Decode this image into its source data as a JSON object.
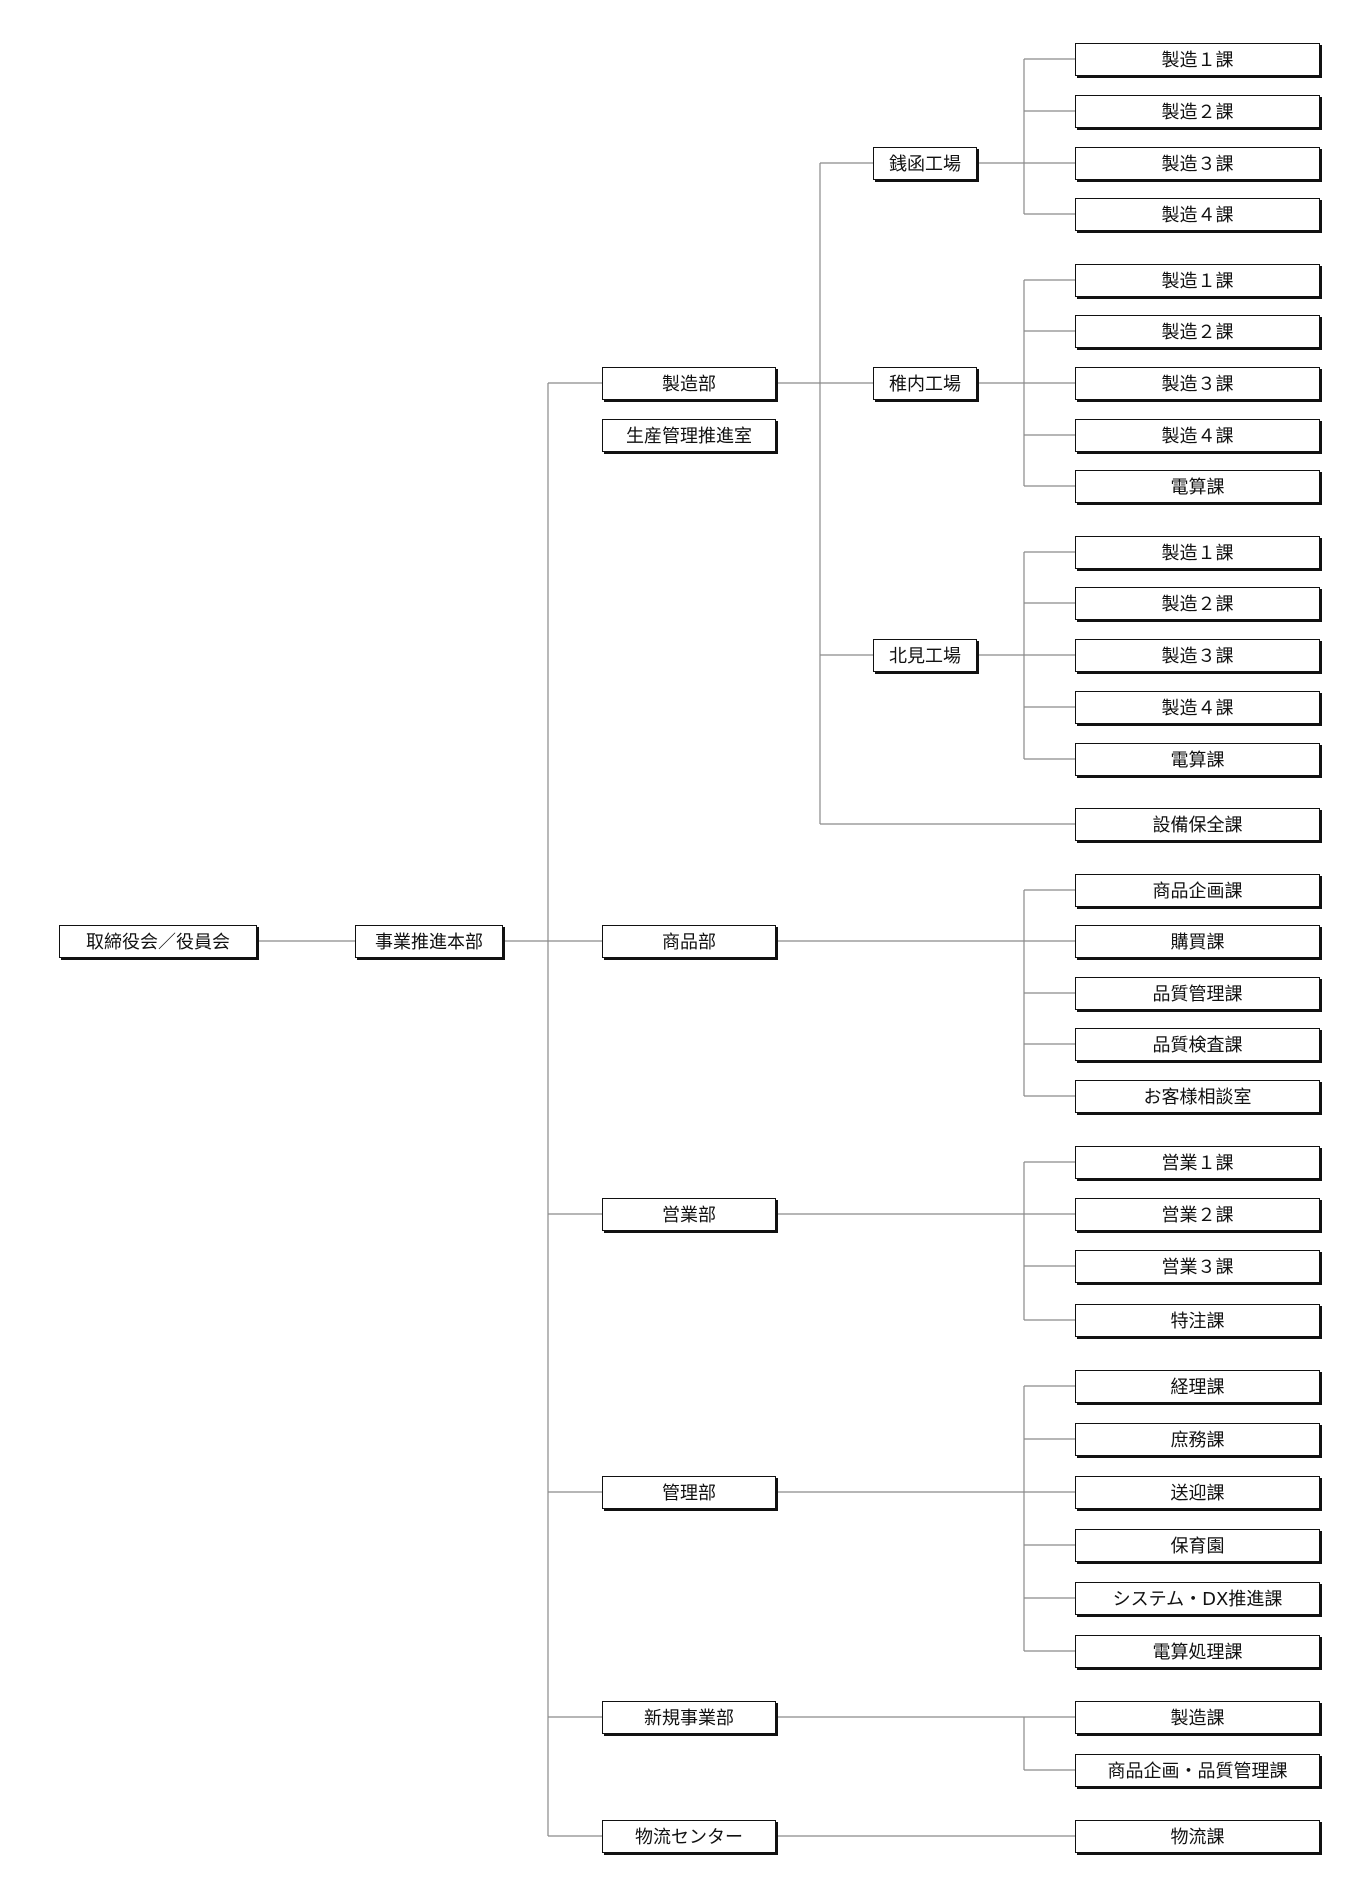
{
  "org_chart": {
    "root": "取締役会／役員会",
    "division": "事業推進本部",
    "departments": [
      {
        "name": "製造部",
        "office": "生産管理推進室",
        "plants": [
          {
            "name": "銭函工場",
            "sections": [
              "製造１課",
              "製造２課",
              "製造３課",
              "製造４課"
            ]
          },
          {
            "name": "稚内工場",
            "sections": [
              "製造１課",
              "製造２課",
              "製造３課",
              "製造４課",
              "電算課"
            ]
          },
          {
            "name": "北見工場",
            "sections": [
              "製造１課",
              "製造２課",
              "製造３課",
              "製造４課",
              "電算課"
            ]
          }
        ],
        "direct_section": "設備保全課"
      },
      {
        "name": "商品部",
        "sections": [
          "商品企画課",
          "購買課",
          "品質管理課",
          "品質検査課",
          "お客様相談室"
        ]
      },
      {
        "name": "営業部",
        "sections": [
          "営業１課",
          "営業２課",
          "営業３課",
          "特注課"
        ]
      },
      {
        "name": "管理部",
        "sections": [
          "経理課",
          "庶務課",
          "送迎課",
          "保育園",
          "システム・DX推進課",
          "電算処理課"
        ]
      },
      {
        "name": "新規事業部",
        "sections": [
          "製造課",
          "商品企画・品質管理課"
        ]
      },
      {
        "name": "物流センター",
        "sections": [
          "物流課"
        ]
      }
    ]
  }
}
